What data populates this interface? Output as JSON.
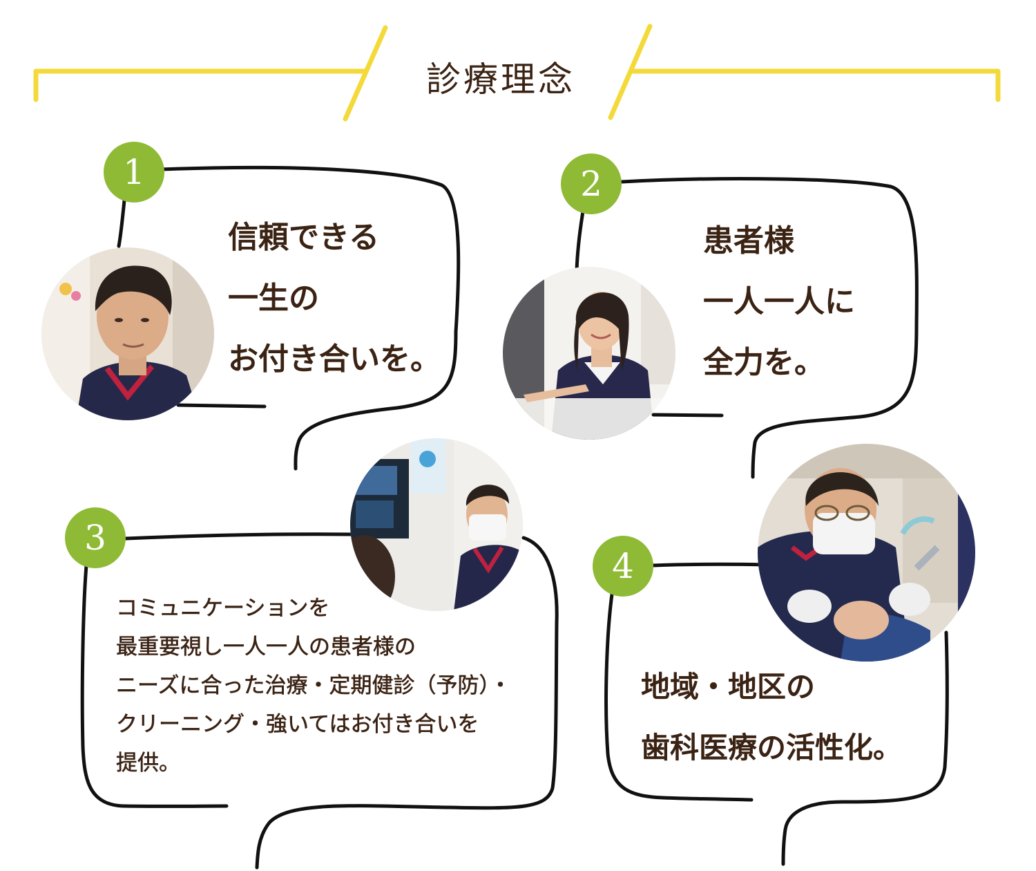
{
  "heading": {
    "title": "診療理念"
  },
  "colors": {
    "accent_yellow": "#f3da3a",
    "badge_green": "#8fba35",
    "text_brown": "#3b2314",
    "outline": "#111111"
  },
  "items": [
    {
      "number": "1",
      "lines": [
        "信頼できる",
        "一生の",
        "お付き合いを。"
      ],
      "photo": "dentist-smiling-portrait"
    },
    {
      "number": "2",
      "lines": [
        "患者様",
        "一人一人に",
        "全力を。"
      ],
      "photo": "staff-at-reception-desk"
    },
    {
      "number": "3",
      "lines": [
        "コミュニケーションを",
        "最重要視し一人一人の患者様の",
        "ニーズに合った治療・定期健診（予防）・",
        "クリーニング・強いてはお付き合いを",
        "提供。"
      ],
      "photo": "dentist-in-mask-with-monitor"
    },
    {
      "number": "4",
      "lines": [
        "地域・地区の",
        "歯科医療の活性化。"
      ],
      "photo": "dentist-treating-patient"
    }
  ]
}
